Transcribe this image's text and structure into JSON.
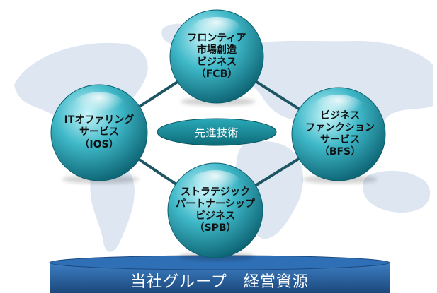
{
  "diagram": {
    "nodes": [
      {
        "id": "fcb",
        "lines": [
          "フロンティア",
          "市場創造",
          "ビジネス",
          "（FCB）"
        ]
      },
      {
        "id": "ios",
        "lines": [
          "ITオファリング",
          "サービス",
          "（IOS）"
        ]
      },
      {
        "id": "bfs",
        "lines": [
          "ビジネス",
          "ファンクション",
          "サービス",
          "（BFS）"
        ]
      },
      {
        "id": "spb",
        "lines": [
          "ストラテジック",
          "パートナーシップ",
          "ビジネス",
          "（SPB）"
        ]
      }
    ],
    "center_label": "先進技術",
    "base_label": "当社グループ　経営資源",
    "edges": [
      [
        "fcb",
        "ios"
      ],
      [
        "fcb",
        "bfs"
      ],
      [
        "ios",
        "spb"
      ],
      [
        "bfs",
        "spb"
      ]
    ]
  },
  "colors": {
    "sphere_light": "#c9f6fb",
    "sphere_mid": "#3fb8c8",
    "sphere_dark": "#0a5f6e",
    "connector": "#1d5562",
    "center_ellipse": "#1b8a99",
    "base_cylinder": "#1f5b9e",
    "map_land": "#d9e3ef"
  }
}
